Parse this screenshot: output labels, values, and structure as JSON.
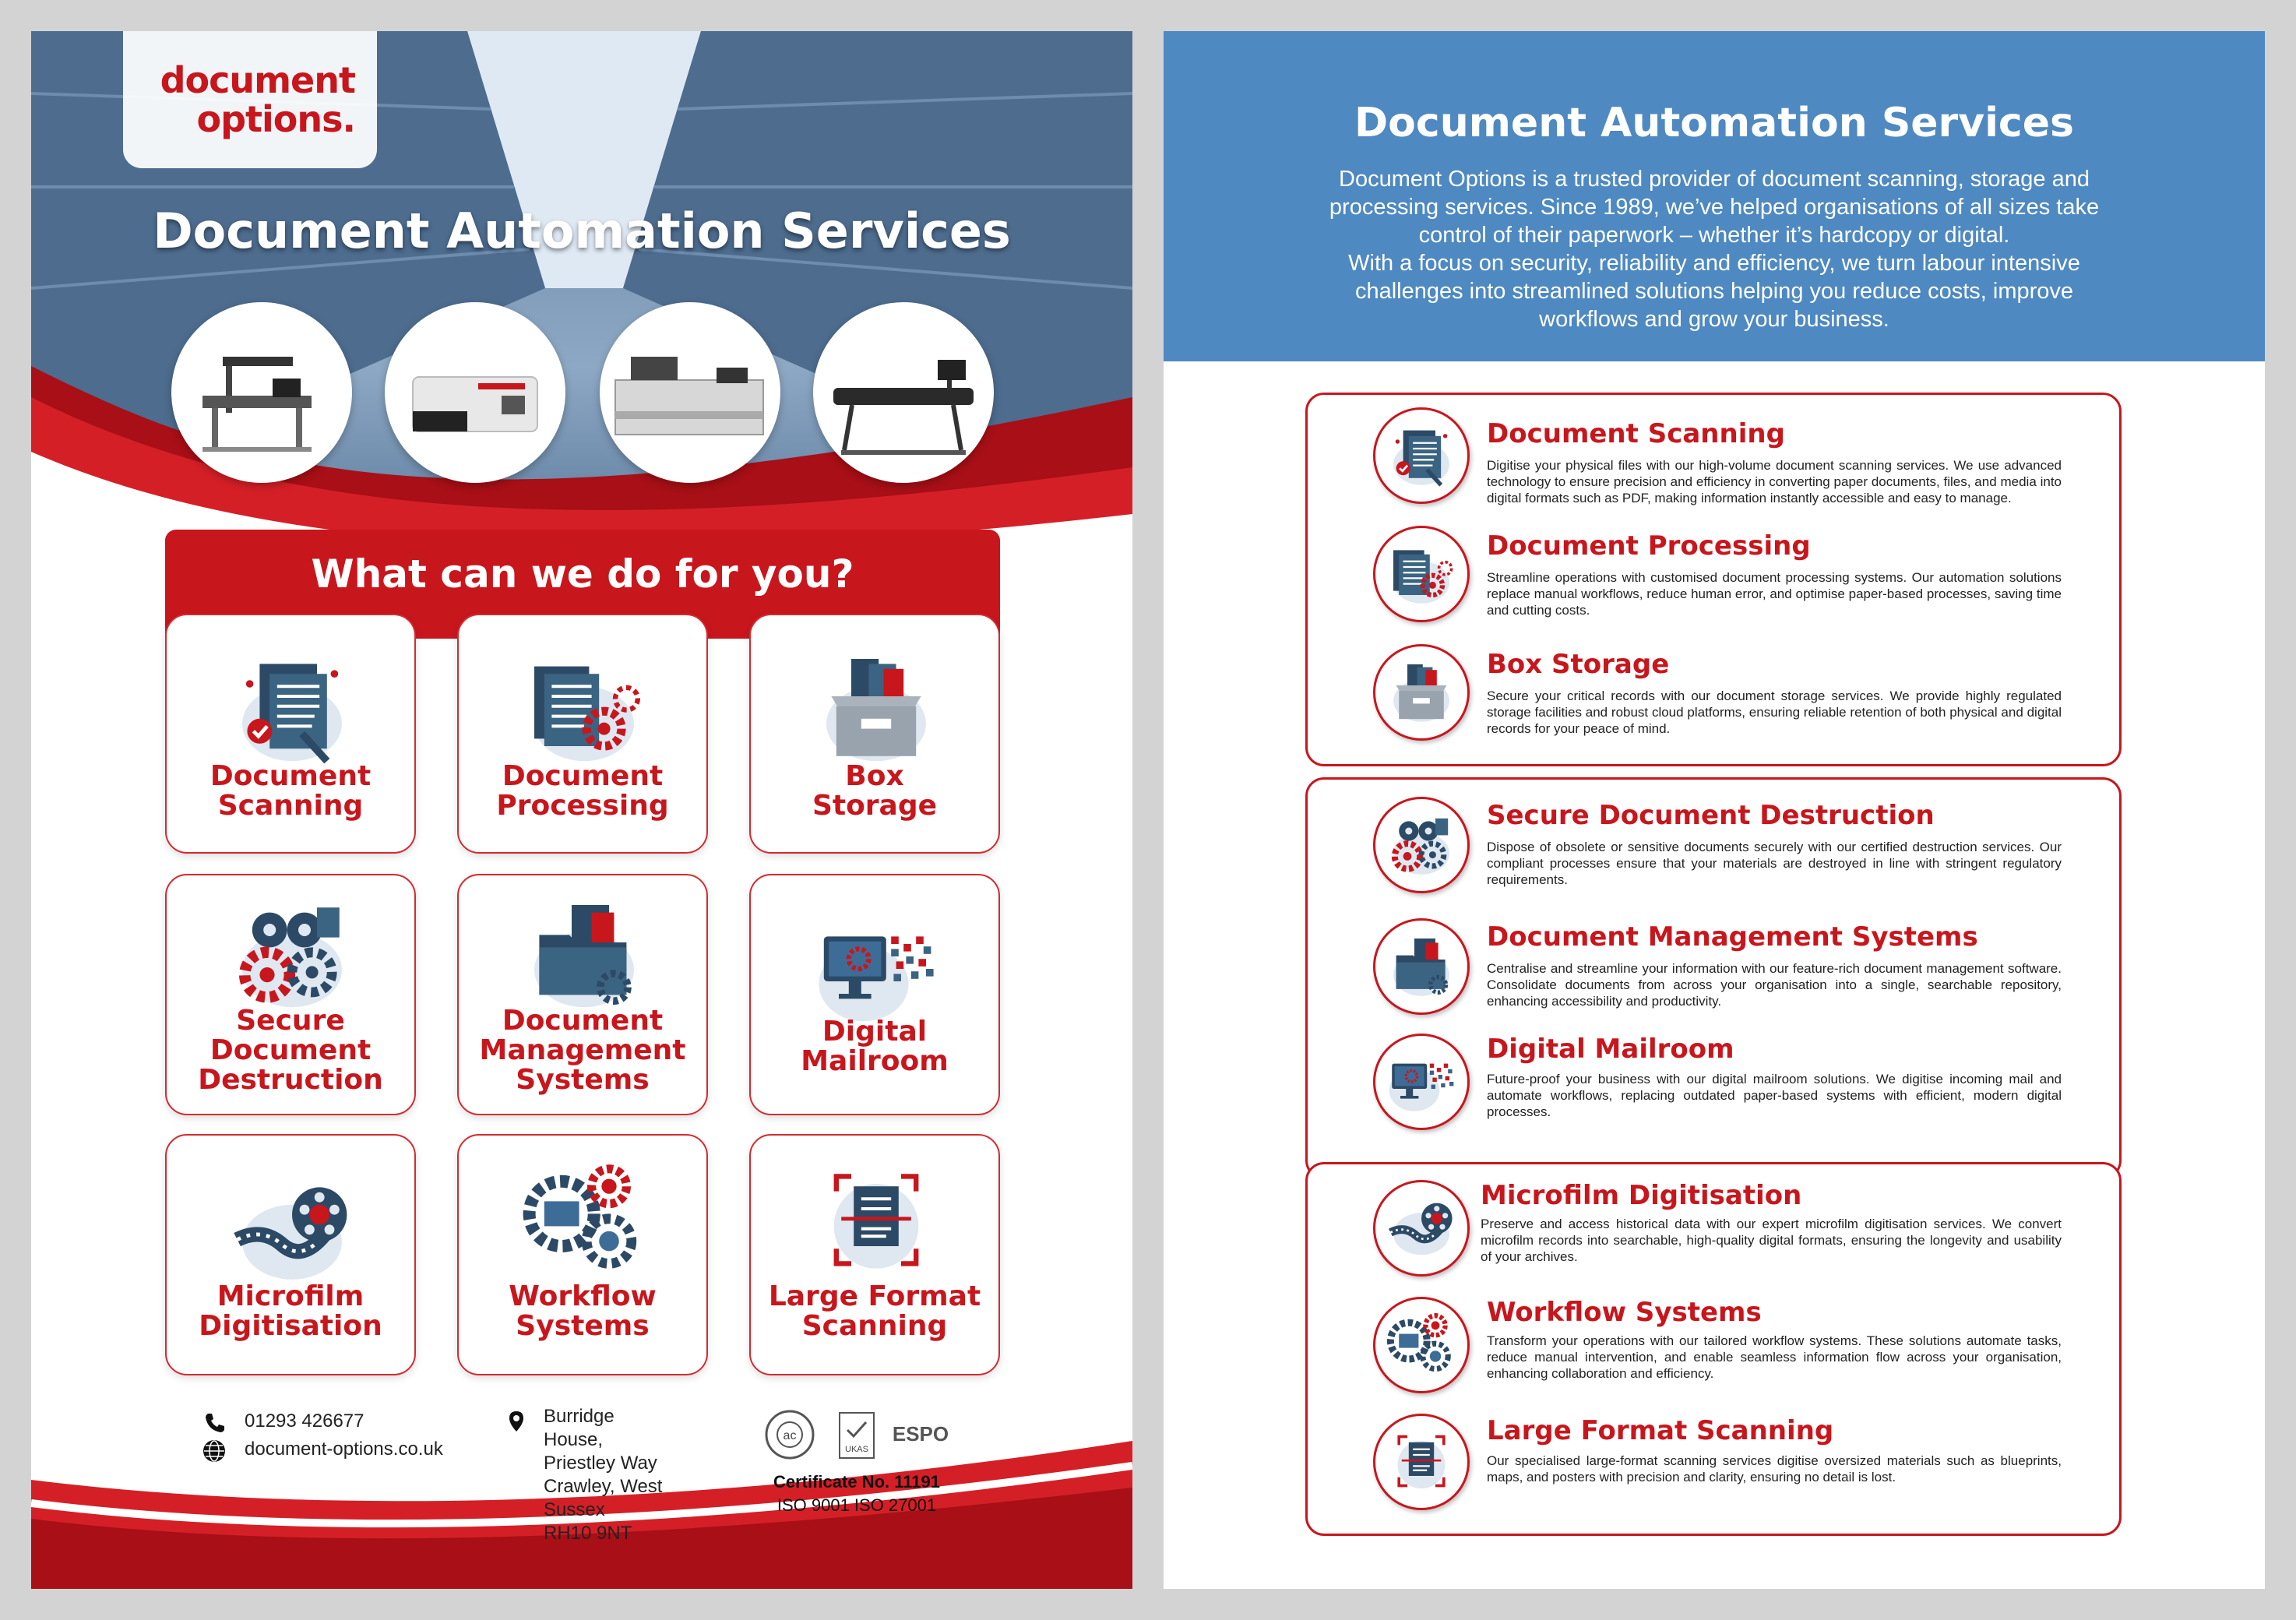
{
  "left": {
    "logo": {
      "line1": "document",
      "line2": "options."
    },
    "hero_title": "Document Automation Services",
    "section_title": "What can we do for you?",
    "services": [
      {
        "lines": [
          "Document",
          "Scanning"
        ],
        "icon": "document-scanning-icon"
      },
      {
        "lines": [
          "Document",
          "Processing"
        ],
        "icon": "document-processing-icon"
      },
      {
        "lines": [
          "Box",
          "Storage"
        ],
        "icon": "box-storage-icon"
      },
      {
        "lines": [
          "Secure",
          "Document",
          "Destruction"
        ],
        "icon": "secure-destruction-icon"
      },
      {
        "lines": [
          "Document",
          "Management",
          "Systems"
        ],
        "icon": "document-management-icon"
      },
      {
        "lines": [
          "Digital",
          "Mailroom"
        ],
        "icon": "digital-mailroom-icon"
      },
      {
        "lines": [
          "Microfilm",
          "Digitisation"
        ],
        "icon": "microfilm-icon"
      },
      {
        "lines": [
          "Workflow",
          "Systems"
        ],
        "icon": "workflow-icon"
      },
      {
        "lines": [
          "Large Format",
          "Scanning"
        ],
        "icon": "large-format-icon"
      }
    ],
    "contact": {
      "phone": "01293 426677",
      "website": "document-options.co.uk",
      "address": [
        "Burridge",
        "House,",
        "Priestley Way",
        "Crawley, West",
        "Sussex",
        "RH10 9NT"
      ]
    },
    "certification": {
      "title": "Certificate No. 11191",
      "standards": "ISO 9001 ISO 27001",
      "logos": [
        "ac",
        "UKAS",
        "ESPO"
      ]
    }
  },
  "right": {
    "title": "Document Automation Services",
    "intro": [
      "Document Options is a trusted provider of document scanning, storage and",
      "processing services. Since 1989, we’ve helped organisations of all sizes take",
      "control of their paperwork – whether it’s hardcopy or digital.",
      "With a focus on security, reliability and efficiency, we turn labour intensive",
      "challenges into streamlined solutions helping you reduce costs, improve",
      "workflows and grow your business."
    ],
    "items": [
      {
        "name": "Document Scanning",
        "desc": "Digitise your physical files with our high-volume document scanning services. We use advanced technology to ensure precision and efficiency in converting paper documents, files, and media into digital formats such as PDF, making information instantly accessible and easy to manage."
      },
      {
        "name": "Document Processing",
        "desc": "Streamline operations with customised document processing systems. Our automation solutions replace manual workflows, reduce human error, and optimise paper-based processes, saving time and cutting costs."
      },
      {
        "name": "Box Storage",
        "desc": "Secure your critical records with our document storage services. We provide highly regulated storage facilities and robust cloud platforms, ensuring reliable retention of both physical and digital records for your peace of mind."
      },
      {
        "name": "Secure Document Destruction",
        "desc": "Dispose of obsolete or sensitive documents securely with our certified destruction services. Our compliant processes ensure that your materials are destroyed in line with stringent regulatory requirements."
      },
      {
        "name": "Document Management Systems",
        "desc": "Centralise and streamline your information with our feature-rich document management software. Consolidate documents from across your organisation into a single, searchable repository, enhancing accessibility and productivity."
      },
      {
        "name": "Digital Mailroom",
        "desc": "Future-proof your business with our digital mailroom solutions. We digitise incoming mail and automate workflows, replacing outdated paper-based systems with efficient, modern digital processes."
      },
      {
        "name": "Microfilm Digitisation",
        "desc": "Preserve and access historical data with our expert microfilm digitisation services. We convert microfilm records into searchable, high-quality digital formats, ensuring the longevity and usability of your archives."
      },
      {
        "name": "Workflow Systems",
        "desc": "Transform your operations with our tailored workflow systems. These solutions automate tasks, reduce manual intervention, and enable seamless information flow across your organisation, enhancing collaboration and efficiency."
      },
      {
        "name": "Large Format Scanning",
        "desc": "Our specialised large-format scanning services digitise oversized materials such as blueprints, maps, and posters with precision and clarity, ensuring no detail is lost."
      }
    ]
  },
  "colors": {
    "brand_red": "#c8161d",
    "header_blue": "#4e89c1",
    "navy": "#2c4a66"
  }
}
